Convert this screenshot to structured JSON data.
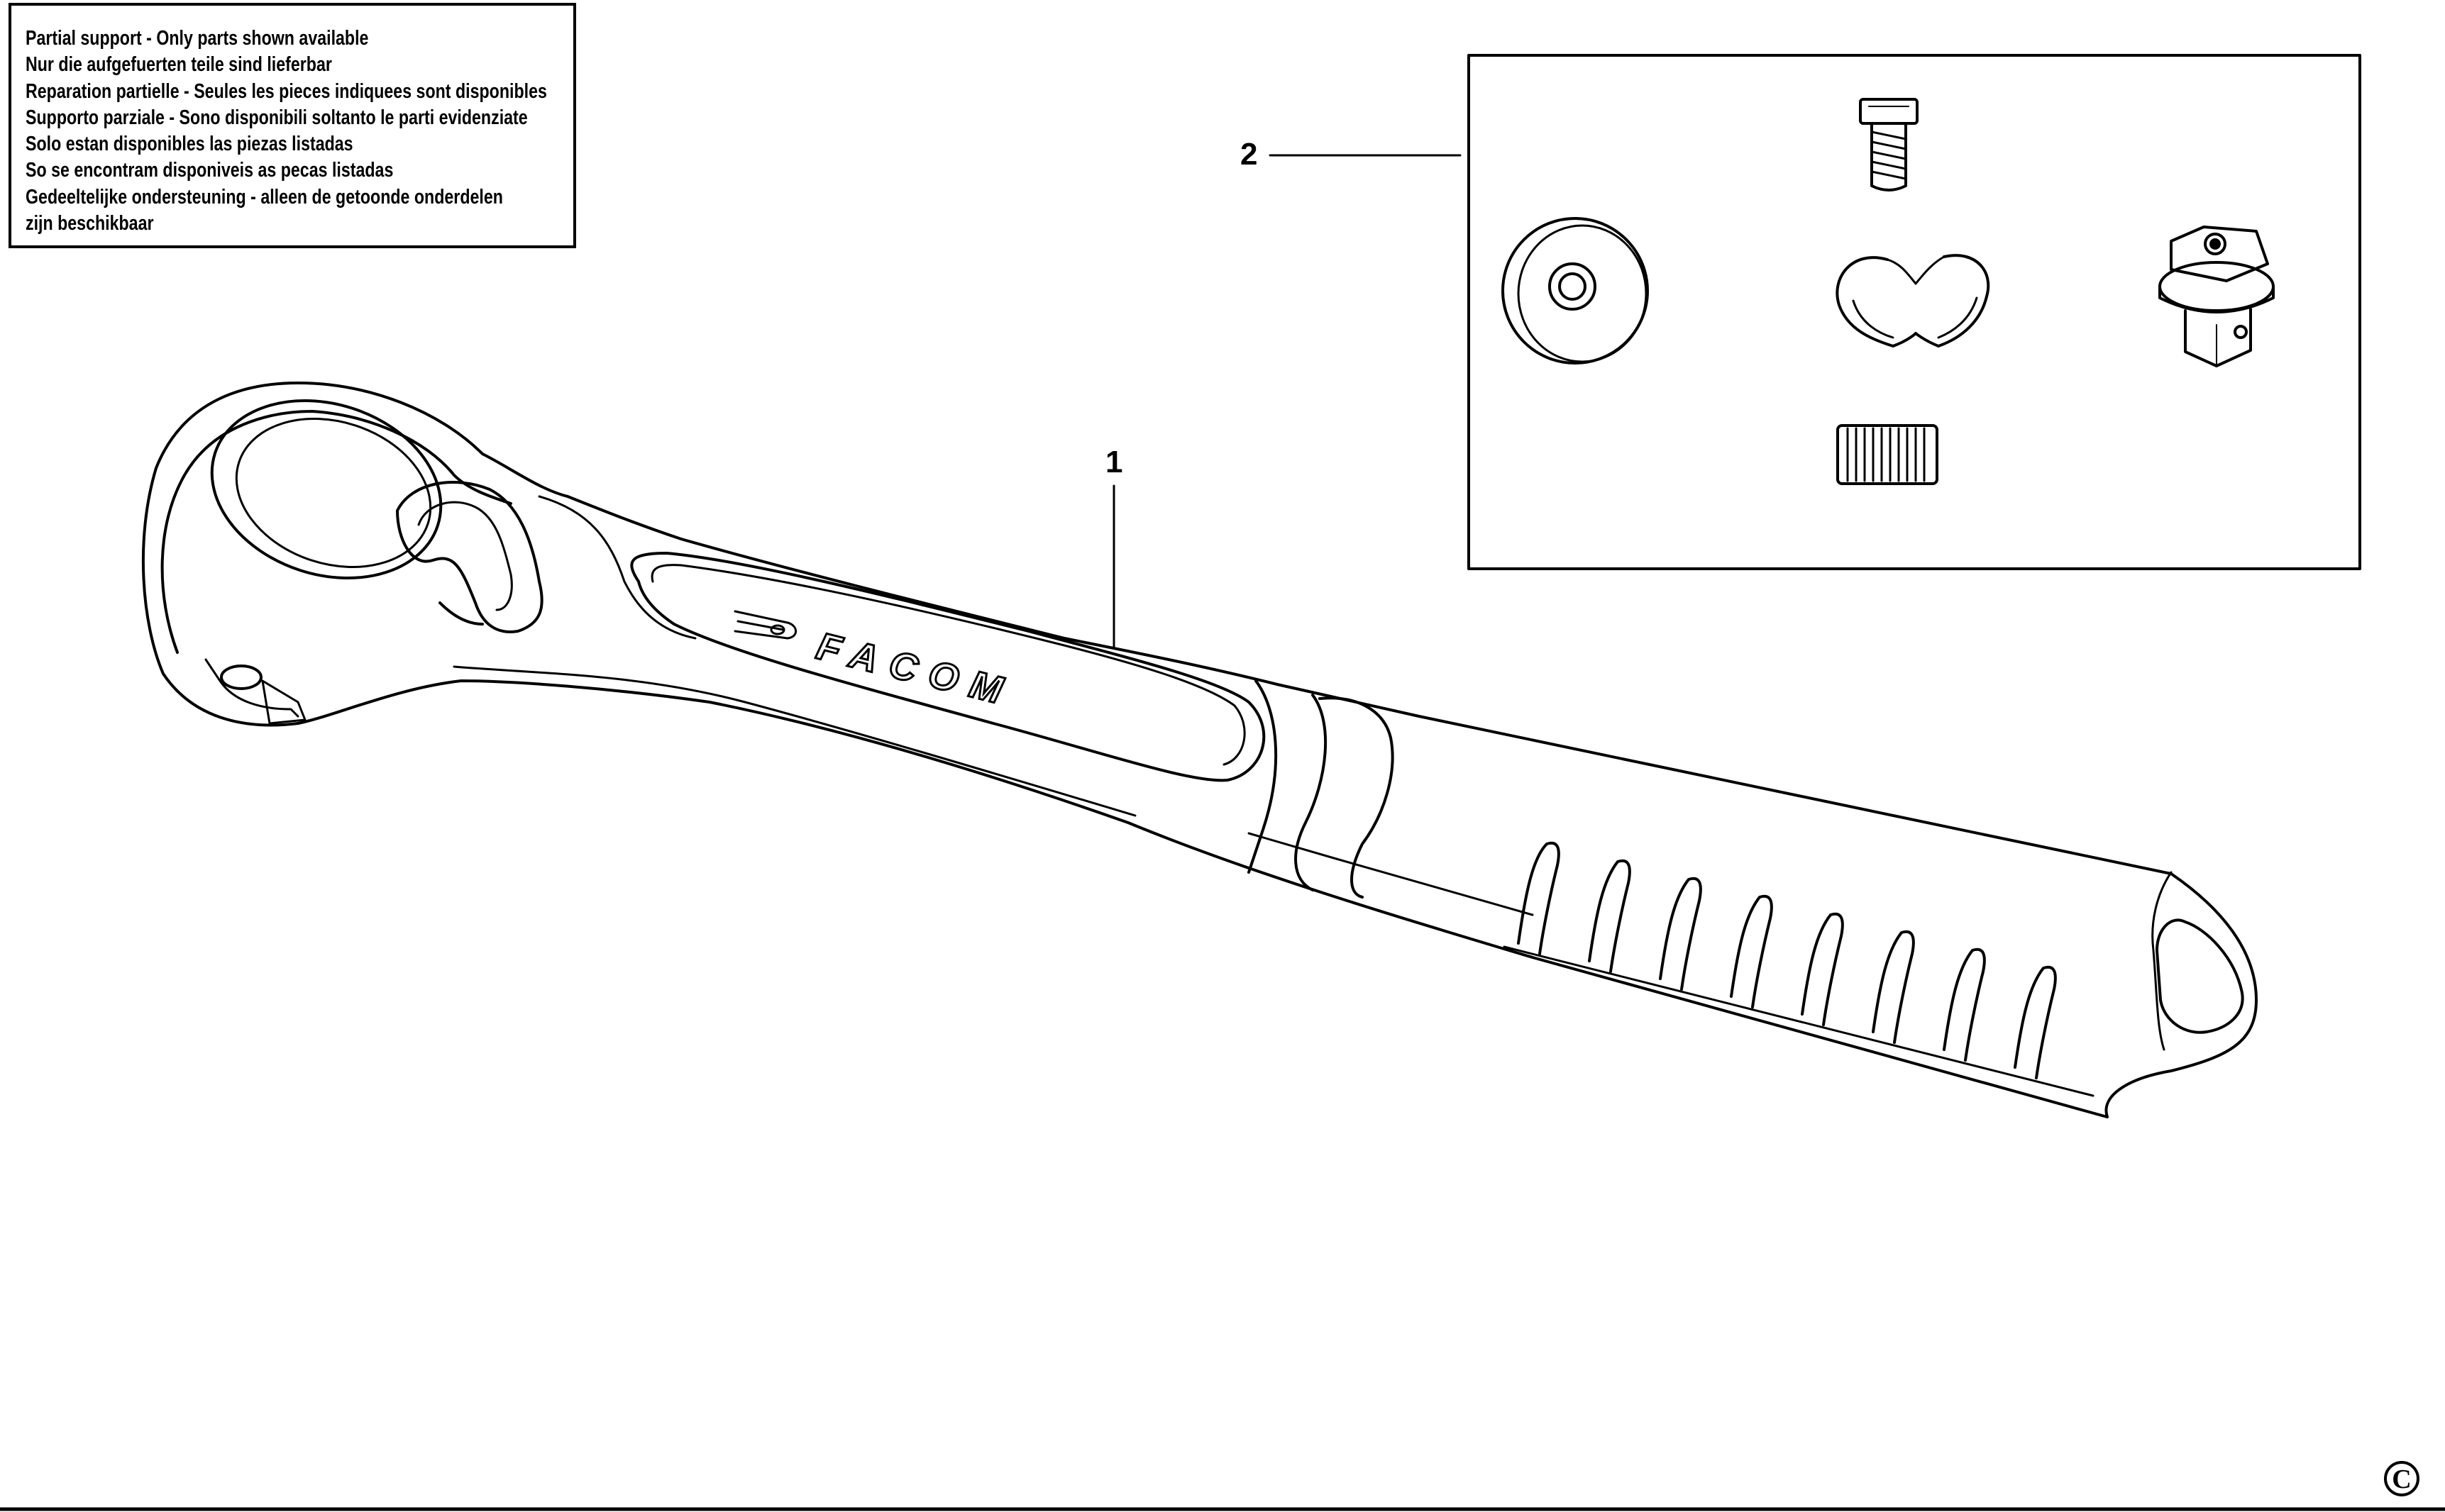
{
  "notice": {
    "lines": [
      "Partial support - Only parts shown available",
      "Nur die aufgefuerten teile sind lieferbar",
      "Reparation partielle - Seules les pieces indiquees sont disponibles",
      "Supporto parziale - Sono disponibili soltanto le parti evidenziate",
      "Solo estan disponibles las piezas listadas",
      "So se encontram disponiveis as pecas listadas",
      "Gedeeltelijke ondersteuning - alleen de getoonde onderdelen",
      "zijn beschikbaar"
    ]
  },
  "callouts": {
    "ratchet": "1",
    "repair_kit": "2"
  },
  "brand": "FACOM",
  "copyright": "C"
}
